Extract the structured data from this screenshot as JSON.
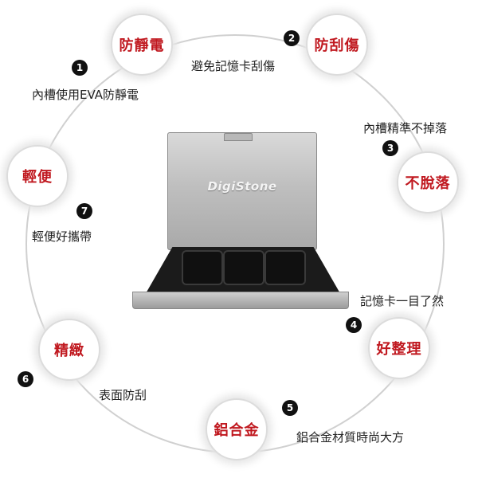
{
  "features": [
    {
      "title": "防靜電",
      "number": "❶",
      "desc": "內槽使用EVA防靜電"
    },
    {
      "title": "防刮傷",
      "number": "❷",
      "desc": "避免記憶卡刮傷"
    },
    {
      "title": "不脫落",
      "number": "❸",
      "desc": "內槽精準不掉落"
    },
    {
      "title": "好整理",
      "number": "❹",
      "desc": "記憶卡一目了然"
    },
    {
      "title": "鋁合金",
      "number": "❺",
      "desc": "鋁合金材質時尚大方"
    },
    {
      "title": "精緻",
      "number": "❻",
      "desc": "表面防刮"
    },
    {
      "title": "輕便",
      "number": "❼",
      "desc": "輕便好攜帶"
    }
  ],
  "product": {
    "brand": "DigiStone"
  },
  "colors": {
    "title_red": "#c0181f",
    "ring": "#cfcfcf",
    "badge": "#111111"
  }
}
